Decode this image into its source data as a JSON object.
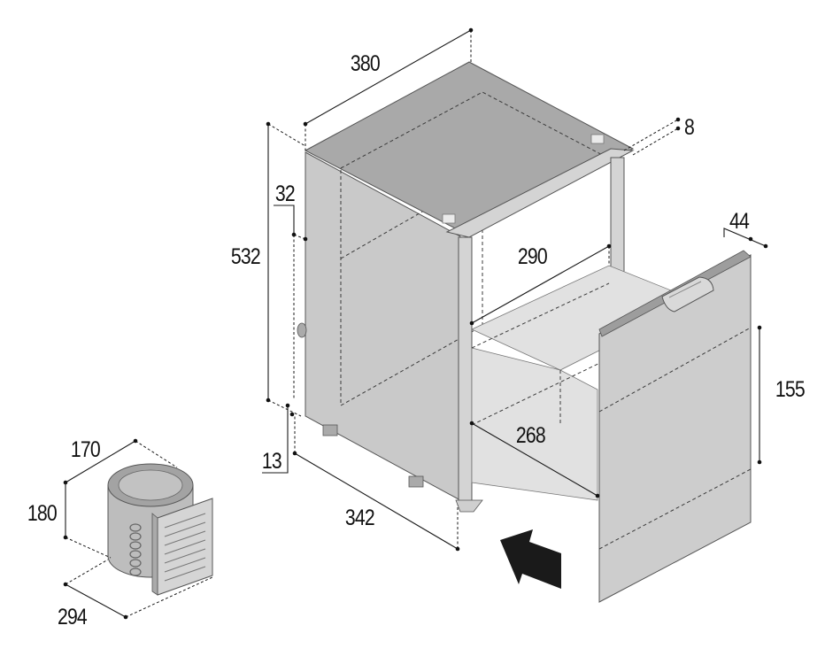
{
  "colors": {
    "cabinet_side": "#c9c9c9",
    "cabinet_top": "#a9a9a9",
    "frame": "#d4d4d4",
    "drawer_inner": "#e1e1e1",
    "door_front": "#cdcdcd",
    "door_top_edge": "#9d9d9d",
    "compressor_body": "#bdbdbd",
    "compressor_top": "#a3a3a3",
    "arrow": "#1a1a1a",
    "outline": "#555555"
  },
  "dimensions": {
    "width_top": "380",
    "flange": "8",
    "height_total": "532",
    "top_offset": "32",
    "bottom_offset": "13",
    "depth": "342",
    "drawer_width": "290",
    "drawer_depth": "268",
    "door_thickness": "44",
    "drawer_height": "155",
    "compressor_width": "170",
    "compressor_height": "180",
    "compressor_depth": "294"
  },
  "icons": {
    "arrow": "insertion-arrow-icon",
    "handle": "drawer-handle-icon",
    "vent": "compressor-vent-grille-icon"
  }
}
